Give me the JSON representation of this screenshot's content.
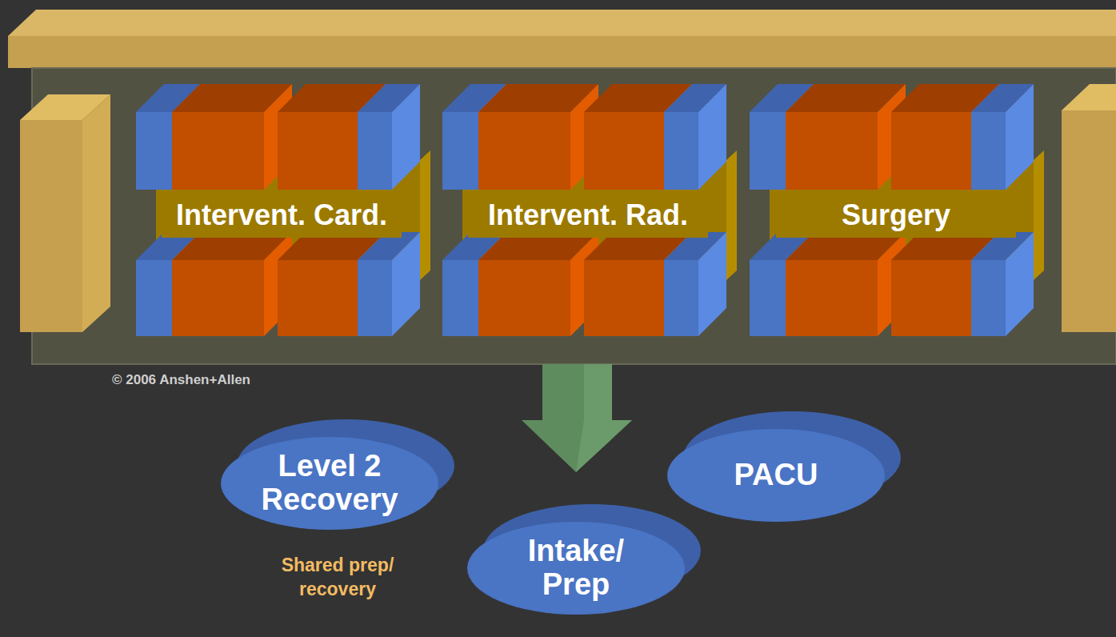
{
  "diagram": {
    "nodes": [
      {
        "text": [
          "Intervent. Card."
        ]
      },
      {
        "text": [
          "Intervent. Rad."
        ]
      },
      {
        "text": [
          "Surgery"
        ]
      },
      {
        "text": [
          "Level 2 Recovery"
        ]
      },
      {
        "text": [
          "PACU"
        ]
      },
      {
        "text": [
          "Intake/ Prep"
        ]
      }
    ],
    "labels": [
      "© 2006 Anshen+Allen",
      "Shared prep/ recovery"
    ]
  }
}
